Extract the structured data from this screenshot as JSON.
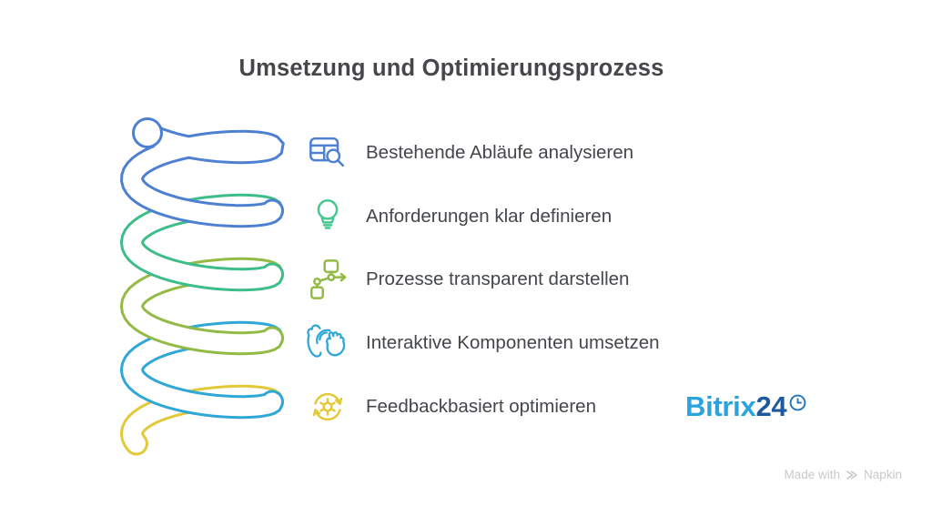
{
  "title": "Umsetzung und Optimierungsprozess",
  "items": [
    {
      "label": "Bestehende Abläufe analysieren",
      "icon": "table-search-icon",
      "color": "#4e80d2"
    },
    {
      "label": "Anforderungen klar definieren",
      "icon": "lightbulb-icon",
      "color": "#47c68f"
    },
    {
      "label": "Prozesse transparent darstellen",
      "icon": "flowchart-icon",
      "color": "#93ba45"
    },
    {
      "label": "Interaktive Komponenten umsetzen",
      "icon": "tap-gesture-icon",
      "color": "#2fa7d7"
    },
    {
      "label": "Feedbackbasiert optimieren",
      "icon": "gear-refresh-icon",
      "color": "#e2c937"
    }
  ],
  "spiral": {
    "type": "coil",
    "turns": 5,
    "colors": [
      "#4e80d2",
      "#3dbd89",
      "#93ba45",
      "#2fa7d7",
      "#e2c937"
    ]
  },
  "logo": {
    "name": "Bitrix24",
    "part1": "Bitrix",
    "part2": "24",
    "icon": "clock-icon",
    "color1": "#2ba3dc",
    "color2": "#1e5b9e"
  },
  "watermark": {
    "prefix": "Made with",
    "brand": "Napkin",
    "color": "#c9c9c9"
  }
}
